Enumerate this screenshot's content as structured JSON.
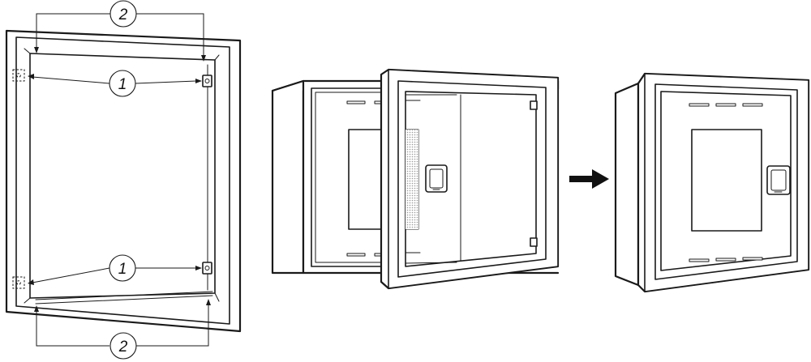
{
  "callouts": {
    "top_label": "2",
    "hinge_upper_label": "1",
    "hinge_lower_label": "1",
    "bottom_label": "2"
  },
  "icons": {
    "step_arrow": "right-arrow-icon",
    "grille": "mesh-grille-icon",
    "handle": "door-handle-icon"
  },
  "colors": {
    "line": "#1a1a1a",
    "background": "#ffffff",
    "mesh": "#d8d8d8"
  }
}
